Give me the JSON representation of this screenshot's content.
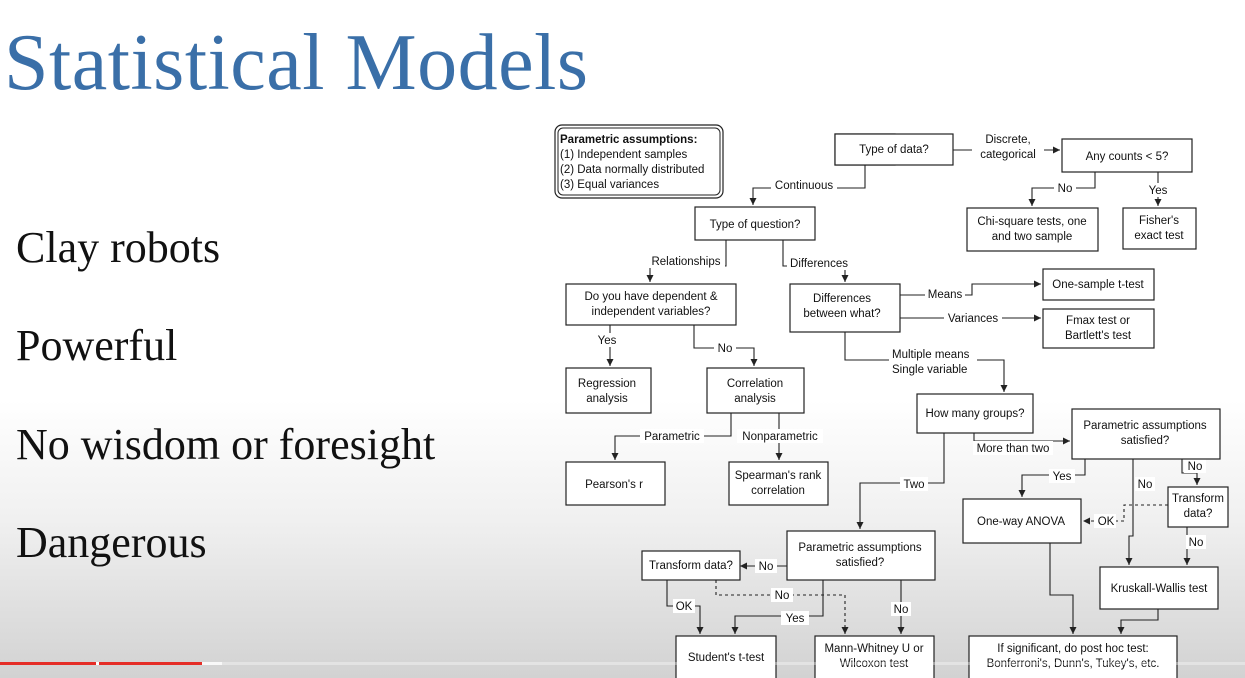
{
  "slide": {
    "title": "Statistical Models",
    "bullets": [
      "Clay robots",
      "Powerful",
      "No wisdom or foresight",
      "Dangerous"
    ]
  },
  "flowchart": {
    "assumptions": {
      "heading": "Parametric assumptions:",
      "items": [
        "(1) Independent samples",
        "(2) Data normally distributed",
        "(3) Equal variances"
      ]
    },
    "nodes": {
      "type_of_data": [
        "Type of data?"
      ],
      "any_counts": [
        "Any counts < 5?"
      ],
      "chi_square": [
        "Chi-square tests, one",
        "and two sample"
      ],
      "fishers": [
        "Fisher's",
        "exact test"
      ],
      "type_of_question": [
        "Type of question?"
      ],
      "dependent": [
        "Do you have dependent &",
        "independent variables?"
      ],
      "differences_between": [
        "Differences",
        "between what?"
      ],
      "one_sample_t": [
        "One-sample t-test"
      ],
      "fmax": [
        "Fmax test or",
        "Bartlett's test"
      ],
      "regression": [
        "Regression",
        "analysis"
      ],
      "correlation": [
        "Correlation",
        "analysis"
      ],
      "how_many_groups": [
        "How many groups?"
      ],
      "param_satisfied_right": [
        "Parametric assumptions",
        "satisfied?"
      ],
      "pearsons": [
        "Pearson's r"
      ],
      "spearmans": [
        "Spearman's rank",
        "correlation"
      ],
      "transform_right": [
        "Transform",
        "data?"
      ],
      "anova": [
        "One-way ANOVA"
      ],
      "kruskal": [
        "Kruskall-Wallis test"
      ],
      "param_satisfied_bottom": [
        "Parametric assumptions",
        "satisfied?"
      ],
      "transform_left": [
        "Transform data?"
      ],
      "students_t": [
        "Student's t-test"
      ],
      "mann_whitney": [
        "Mann-Whitney U or",
        "Wilcoxon test"
      ],
      "post_hoc": [
        "If significant, do post hoc test:",
        "Bonferroni's, Dunn's, Tukey's, etc."
      ]
    },
    "edge_labels": {
      "discrete": [
        "Discrete,",
        "categorical"
      ],
      "continuous": "Continuous",
      "no_counts": "No",
      "yes_counts": "Yes",
      "relationships": "Relationships",
      "differences": "Differences",
      "means": "Means",
      "variances": "Variances",
      "multiple_means": [
        "Multiple means",
        "Single variable"
      ],
      "yes_dependent": "Yes",
      "no_dependent": "No",
      "parametric": "Parametric",
      "nonparametric": "Nonparametric",
      "more_than_two": "More than two",
      "yes_right": "Yes",
      "no_right_mid": "No",
      "no_right": "No",
      "ok_right": "OK",
      "no_transform_right": "No",
      "two": "Two",
      "no_left": "No",
      "ok_left": "OK",
      "no_dashed": "No",
      "yes_bottom": "Yes",
      "no_bottom": "No"
    }
  },
  "player": {
    "progress_fraction": 0.162
  }
}
